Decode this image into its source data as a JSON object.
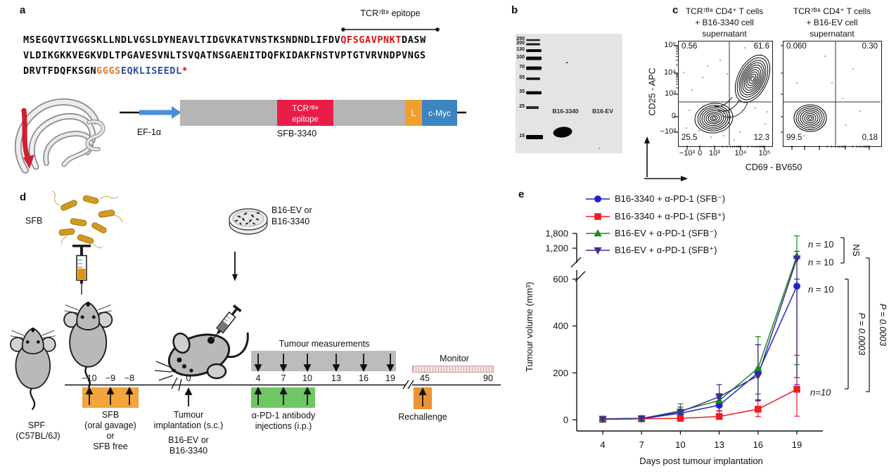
{
  "panels": {
    "a": "a",
    "b": "b",
    "c": "c",
    "d": "d",
    "e": "e"
  },
  "panel_a": {
    "epitope_label": "TCR⁷ᴮ⁸ epitope",
    "seq_line1_pre": "MSEGQVTIVGGSKLLNDLVGSLDYNEAVLTIDGVKATVNSTKSNDNDLIFDV",
    "seq_line1_epitope": "QFSGAVPNKT",
    "seq_line1_post": "DASW",
    "seq_line2": "VLDIKGKKVEGKVDLTPGAVESVNLTSVQATNSGAENITDQFKIDAKFNSTVPTGTVRVNDPVNGS",
    "seq_line3_pre": "DRVTFDQFKSGN",
    "seq_line3_linker": "GGGS",
    "seq_line3_tag": "EQKLISEEDL",
    "seq_line3_stop": "*",
    "promoter_label": "EF-1α",
    "construct_label": "SFB-3340",
    "epitope_box_line1": "TCR⁷ᴮ⁸",
    "epitope_box_line2": "epitope",
    "linker_label": "L",
    "tag_label": "c-Myc"
  },
  "panel_b": {
    "ladder": [
      "250",
      "200",
      "130",
      "100",
      "70",
      "55",
      "35",
      "25",
      "15"
    ],
    "lane1": "B16-3340",
    "lane2": "B16-EV"
  },
  "panel_c": {
    "left": {
      "title1": "TCR⁷ᴮ⁸ CD4⁺ T cells",
      "title2": "+ B16-3340 cell",
      "title3": "supernatant",
      "ul": "0.56",
      "ur": "61.6",
      "ll": "25.5",
      "lr": "12.3"
    },
    "right": {
      "title1": "TCR⁷ᴮ⁸ CD4⁺ T cells",
      "title2": "+ B16-EV cell",
      "title3": "supernatant",
      "ul": "0.060",
      "ur": "0.30",
      "ll": "99.5",
      "lr": "0.18"
    },
    "yaxis": "CD25 - APC",
    "xaxis": "CD69 - BV650",
    "yticks": [
      "10⁵",
      "10⁴",
      "10³",
      "0",
      "−10³"
    ],
    "xticks": [
      "−10³",
      "0",
      "10³",
      "10⁴",
      "10⁵"
    ]
  },
  "panel_d": {
    "sfb_label": "SFB",
    "spf_label1": "SPF",
    "spf_label2": "(C57BL/6J)",
    "gavage_label1": "SFB",
    "gavage_label2": "(oral gavage)",
    "gavage_label3": "or",
    "gavage_label4": "SFB free",
    "implant_label1": "Tumour",
    "implant_label2": "implantation (s.c.)",
    "implant_label3": "B16-EV or",
    "implant_label4": "B16-3340",
    "dish_label1": "B16-EV or",
    "dish_label2": "B16-3340",
    "measure_label": "Tumour measurements",
    "pd1_label1": "α-PD-1 antibody",
    "pd1_label2": "injections (i.p.)",
    "monitor_label": "Monitor",
    "rechallenge_label": "Rechallenge",
    "timeline_pre": [
      "−10",
      "−9",
      "−8"
    ],
    "timeline_zero": "0",
    "timeline_days": [
      "4",
      "7",
      "10",
      "13",
      "16",
      "19"
    ],
    "timeline_late": [
      "45",
      "90"
    ]
  },
  "chart_data": {
    "type": "line",
    "xlabel": "Days post tumour implantation",
    "ylabel": "Tumour volume (mm³)",
    "x": [
      4,
      7,
      10,
      13,
      16,
      19
    ],
    "xtick_labels": [
      "4",
      "7",
      "10",
      "13",
      "16",
      "19"
    ],
    "yticks_lower": [
      0,
      200,
      400,
      600
    ],
    "ytick_labels_lower": [
      "0",
      "200",
      "400",
      "600"
    ],
    "yticks_upper": [
      1200,
      1800
    ],
    "ytick_labels_upper": [
      "1,200",
      "1,800"
    ],
    "ylim": [
      0,
      1800
    ],
    "axis_break": true,
    "grid": false,
    "legend_position": "top-left",
    "series": [
      {
        "name": "B16-3340 + α-PD-1 (SFB⁻)",
        "marker": "circle",
        "color": "#2222cd",
        "values": [
          2,
          4,
          28,
          62,
          200,
          570
        ],
        "err_up": [
          4,
          4,
          14,
          30,
          120,
          30
        ],
        "err_down": [
          3,
          3,
          12,
          25,
          115,
          420
        ],
        "n_label": "n = 10"
      },
      {
        "name": "B16-3340 + α-PD-1 (SFB⁺)",
        "marker": "square",
        "color": "#ee1c24",
        "values": [
          2,
          4,
          6,
          14,
          45,
          130
        ],
        "err_up": [
          3,
          3,
          9,
          25,
          35,
          145
        ],
        "err_down": [
          2,
          3,
          5,
          9,
          32,
          115
        ],
        "n_label": "n=10"
      },
      {
        "name": "B16-EV + α-PD-1 (SFB⁻)",
        "marker": "triangle-up",
        "color": "#178a1d",
        "values": [
          3,
          5,
          38,
          82,
          220,
          1050
        ],
        "err_up": [
          4,
          5,
          30,
          30,
          135,
          650
        ],
        "err_down": [
          3,
          4,
          16,
          25,
          110,
          815
        ],
        "n_label": "n = 10"
      },
      {
        "name": "B16-EV + α-PD-1 (SFB⁺)",
        "marker": "triangle-down",
        "color": "#3c2d91",
        "values": [
          4,
          6,
          34,
          98,
          188,
          1000
        ],
        "err_up": [
          4,
          5,
          20,
          52,
          132,
          140
        ],
        "err_down": [
          3,
          4,
          14,
          30,
          105,
          820
        ],
        "n_label": "n = 10"
      }
    ],
    "annotations": {
      "ns": "NS",
      "p_inner": "P = 0.0003",
      "p_outer": "P = 0.0003"
    }
  }
}
